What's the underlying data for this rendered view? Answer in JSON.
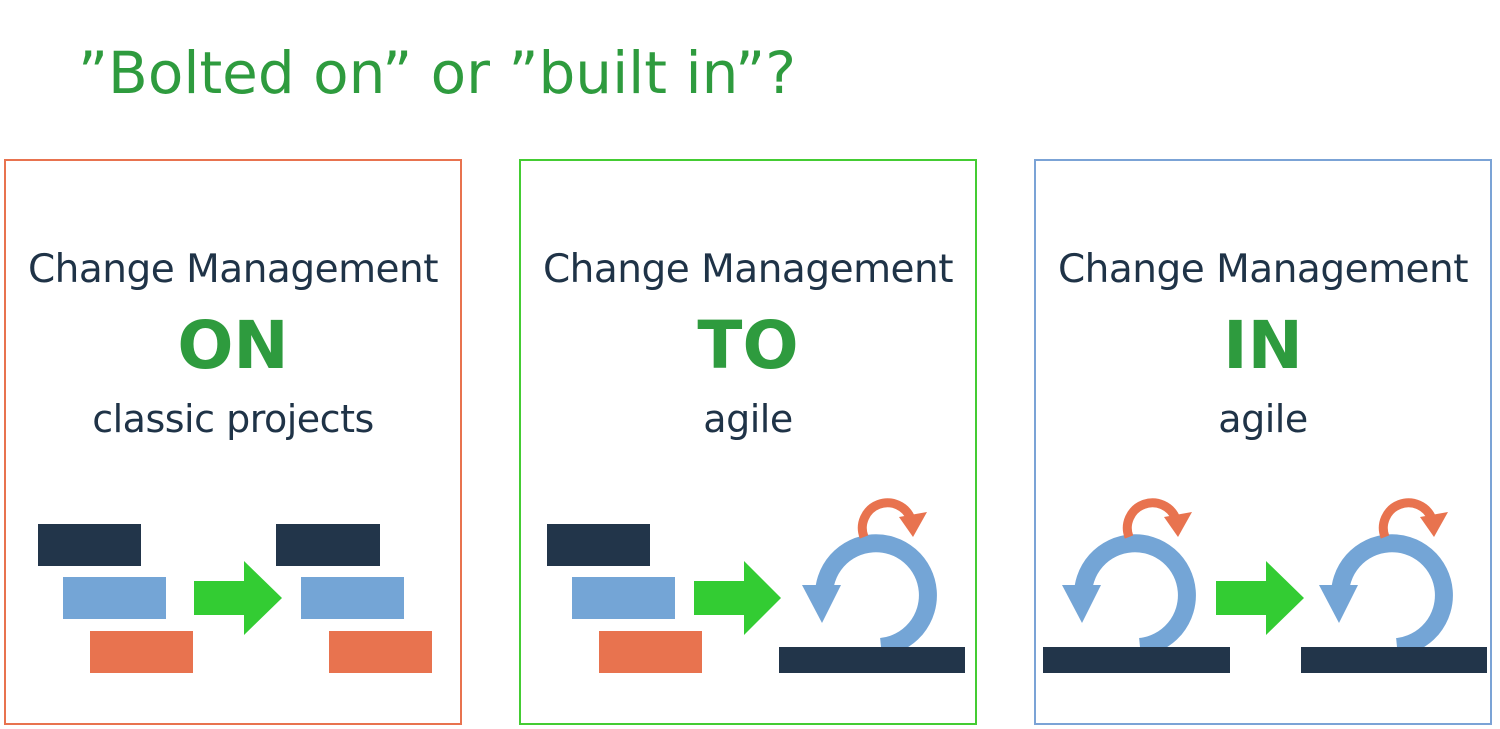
{
  "title": "”Bolted on” or ”built in”?",
  "colors": {
    "title_green": "#2e9b3e",
    "dark_navy": "#22354a",
    "light_blue": "#74a5d6",
    "orange": "#e8734f",
    "arrow_green": "#33cc33"
  },
  "panels": [
    {
      "heading": "Change Management",
      "keyword": "ON",
      "subtitle": "classic projects",
      "border_color": "#e8734f",
      "illustration": "waterfall-to-waterfall"
    },
    {
      "heading": "Change Management",
      "keyword": "TO",
      "subtitle": "agile",
      "border_color": "#44cc33",
      "illustration": "waterfall-to-agile-cycle"
    },
    {
      "heading": "Change Management",
      "keyword": "IN",
      "subtitle": "agile",
      "border_color": "#7ba3d6",
      "illustration": "agile-cycle-to-agile-cycle"
    }
  ]
}
